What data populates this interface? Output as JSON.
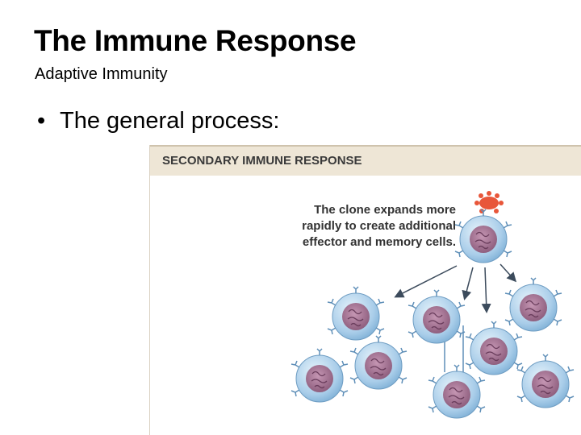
{
  "slide": {
    "title": "The Immune Response",
    "subtitle": "Adaptive Immunity",
    "bullet": "The general process:"
  },
  "figure": {
    "header": "SECONDARY IMMUNE RESPONSE",
    "caption_lines": [
      "The clone expands more",
      "rapidly to create additional",
      "effector and memory cells."
    ]
  },
  "colors": {
    "header_band": "#eee6d6",
    "cell_fill": "#a9cde9",
    "nucleus": "#9a6b8a",
    "antigen": "#e8563a",
    "arrow": "#3c4b5c"
  }
}
